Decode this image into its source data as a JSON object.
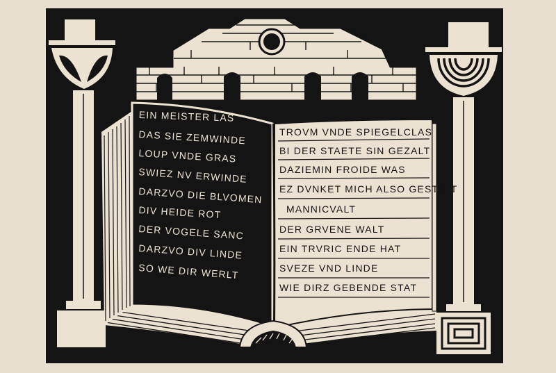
{
  "colors": {
    "ink": "#151414",
    "paper": "#ece2d2",
    "background": "#e9dfd0"
  },
  "poem": {
    "left_page": [
      "EIN MEISTER LAS",
      "DAS SIE ZEMWINDE",
      "LOUP VNDE GRAS",
      "SWIEZ NV ERWINDE",
      "DARZVO DIE BLVOMEN",
      "DIV HEIDE ROT",
      "DER VOGELE SANC",
      "DARZVO DIV LINDE",
      "SO WE DIR WERLT"
    ],
    "right_page": [
      "TROVM VNDE SPIEGELCLAS",
      "BI DER STAETE SIN GEZALT",
      "DAZIEMIN FROIDE WAS",
      "EZ DVNKET MICH ALSO GESTALT",
      "MANNICVALT",
      "DER GRVENE WALT",
      "EIN TRVRIC ENDE HAT",
      "SVEZE VND LINDE",
      "WIE DIRZ GEBENDE STAT"
    ]
  }
}
